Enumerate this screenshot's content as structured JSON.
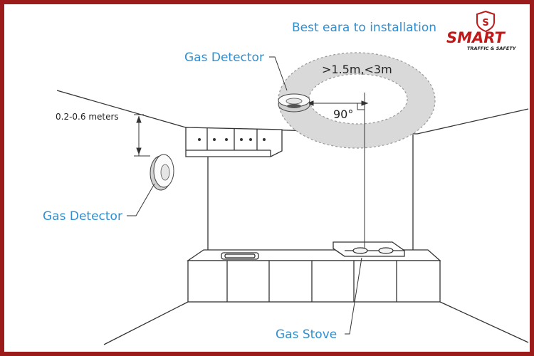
{
  "logo": {
    "brand": "SMART",
    "tagline": "TRAFFIC & SAFETY",
    "emblem_letter": "S"
  },
  "labels": {
    "best_area": "Best eara to installation",
    "gas_detector_ceiling": "Gas Detector",
    "gas_detector_wall": "Gas Detector",
    "distance_range": ">1.5m,<3m",
    "angle": "90°",
    "wall_height": "0.2-0.6 meters",
    "gas_stove": "Gas Stove"
  },
  "colors": {
    "frame_border": "#9b1b1b",
    "label_blue": "#2f8fd1",
    "brand_red": "#c01919",
    "zone_gray": "#d9d9d9"
  }
}
